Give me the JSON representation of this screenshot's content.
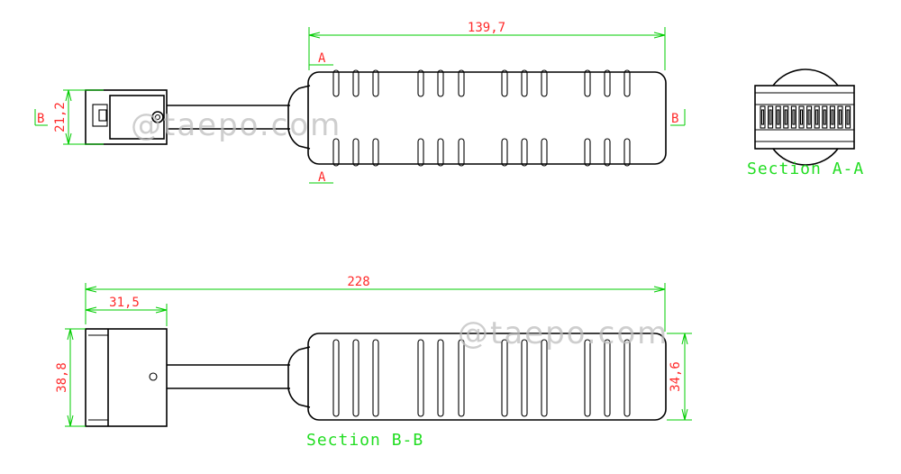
{
  "dimensions": {
    "top_length": "139,7",
    "left_height": "21,2",
    "bottom_length": "228",
    "cap_length": "31,5",
    "cap_height": "38,8",
    "body_height": "34,6"
  },
  "section_labels": {
    "a_a": "Section A-A",
    "b_b": "Section B-B"
  },
  "markers": {
    "a_top": "A",
    "a_bottom": "A",
    "b_left": "B",
    "b_right": "B"
  },
  "watermarks": {
    "top": "@taepo.com",
    "bottom": "@taepo.com"
  },
  "colors": {
    "outline": "#000000",
    "dimension_line": "#00cc00",
    "dimension_text": "#ff2a2a",
    "section_label": "#22dd22",
    "watermark": "#bdbdbd"
  }
}
